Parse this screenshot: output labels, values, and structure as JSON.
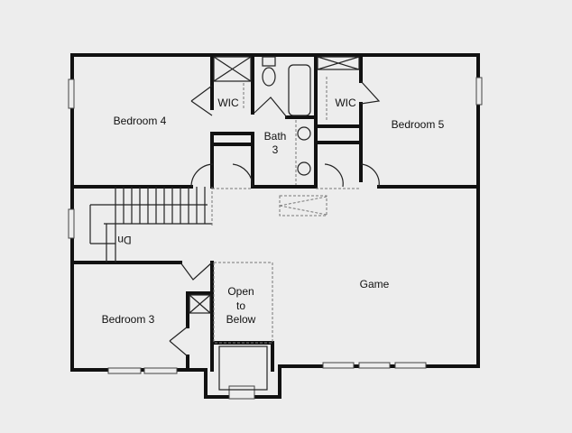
{
  "rooms": {
    "bedroom4": "Bedroom 4",
    "wic_left": "WIC",
    "bath3_line1": "Bath",
    "bath3_line2": "3",
    "wic_right": "WIC",
    "bedroom5": "Bedroom 5",
    "game": "Game",
    "bedroom3": "Bedroom 3",
    "open_line1": "Open",
    "open_line2": "to",
    "open_line3": "Below",
    "stairs_dn": "Dn"
  },
  "colors": {
    "background": "#ededed",
    "walls": "#111111"
  }
}
